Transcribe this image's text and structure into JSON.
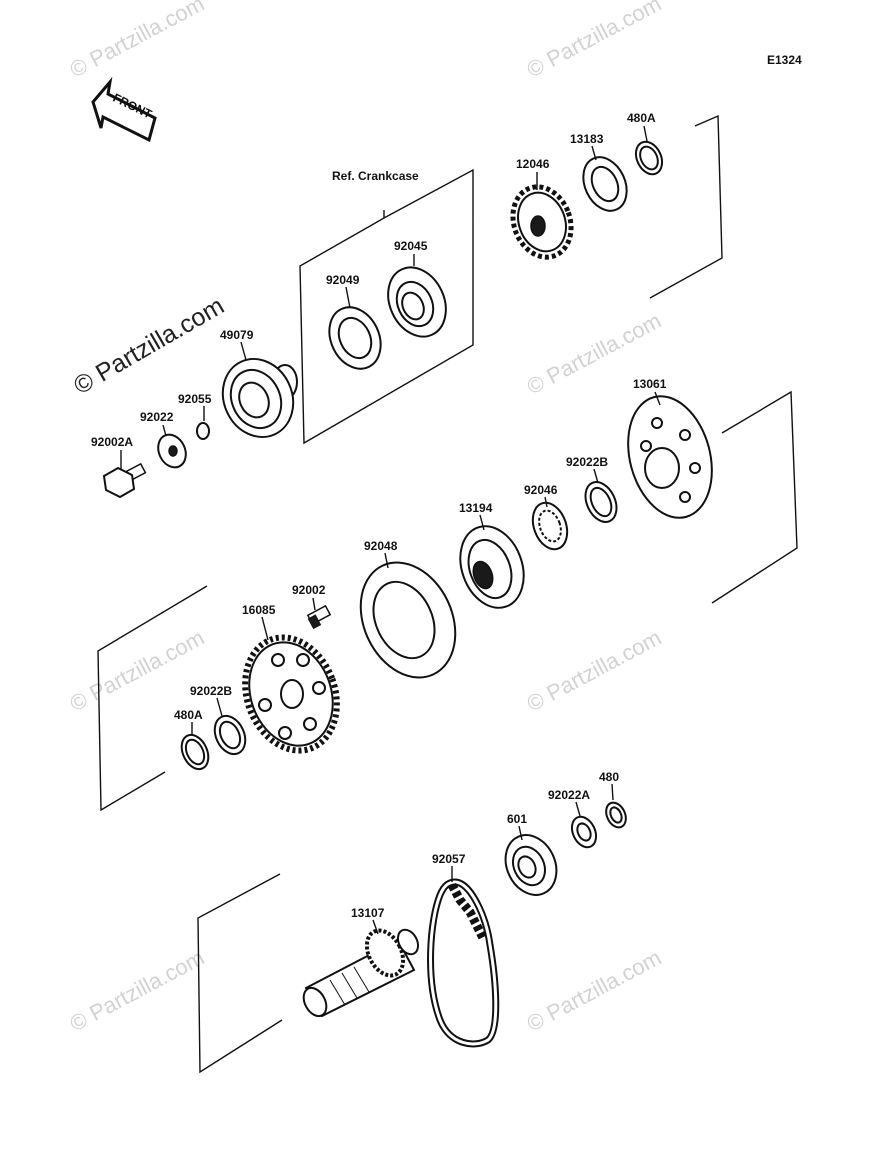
{
  "diagram": {
    "code": "E1324",
    "front_label": "FRONT",
    "ref_label": "Ref. Crankcase",
    "watermark": "© Partzilla.com",
    "watermark_main": "© Partzilla.com",
    "parts": {
      "p480A_top": "480A",
      "p13183": "13183",
      "p12046": "12046",
      "p92045": "92045",
      "p92049": "92049",
      "p49079": "49079",
      "p92055": "92055",
      "p92022": "92022",
      "p92002A": "92002A",
      "p13061": "13061",
      "p92022B_right": "92022B",
      "p92046": "92046",
      "p13194": "13194",
      "p92048": "92048",
      "p92002": "92002",
      "p16085": "16085",
      "p92022B_left": "92022B",
      "p480A_left": "480A",
      "p480": "480",
      "p92022A": "92022A",
      "p601": "601",
      "p92057": "92057",
      "p13107": "13107"
    }
  }
}
